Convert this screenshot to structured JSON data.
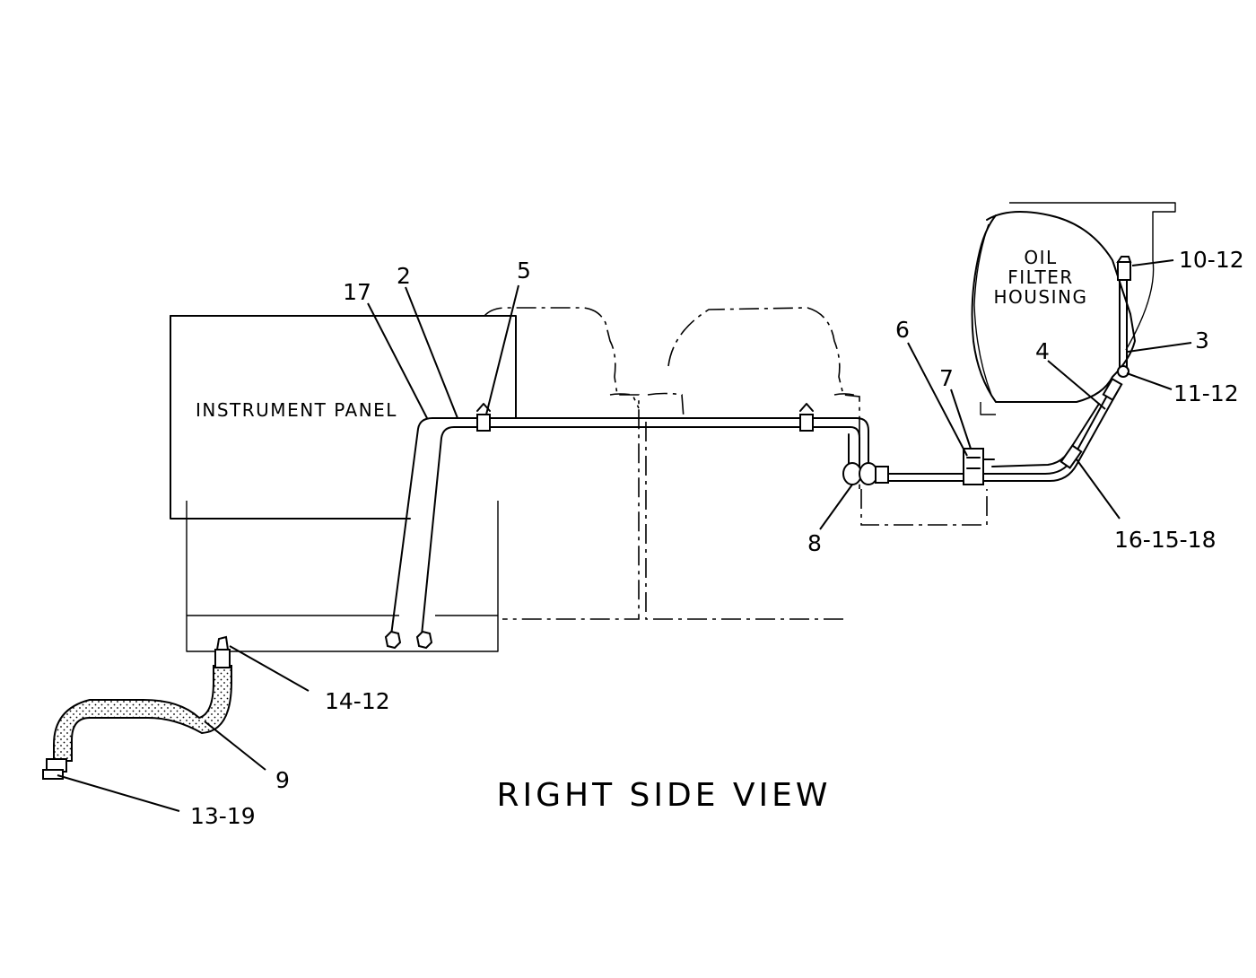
{
  "drawing": {
    "title": "RIGHT SIDE VIEW",
    "component_labels": {
      "instrument_panel": "INSTRUMENT PANEL",
      "oil_filter_line1": "OIL",
      "oil_filter_line2": "FILTER",
      "oil_filter_line3": "HOUSING"
    },
    "callouts": [
      {
        "id": "c17",
        "text": "17"
      },
      {
        "id": "c2",
        "text": "2"
      },
      {
        "id": "c5",
        "text": "5"
      },
      {
        "id": "c6",
        "text": "6"
      },
      {
        "id": "c7",
        "text": "7"
      },
      {
        "id": "c4",
        "text": "4"
      },
      {
        "id": "c3",
        "text": "3"
      },
      {
        "id": "c10_12",
        "text": "10-12"
      },
      {
        "id": "c11_12",
        "text": "11-12"
      },
      {
        "id": "c8",
        "text": "8"
      },
      {
        "id": "c16_15_18",
        "text": "16-15-18"
      },
      {
        "id": "c14_12",
        "text": "14-12"
      },
      {
        "id": "c9",
        "text": "9"
      },
      {
        "id": "c13_19",
        "text": "13-19"
      }
    ]
  }
}
